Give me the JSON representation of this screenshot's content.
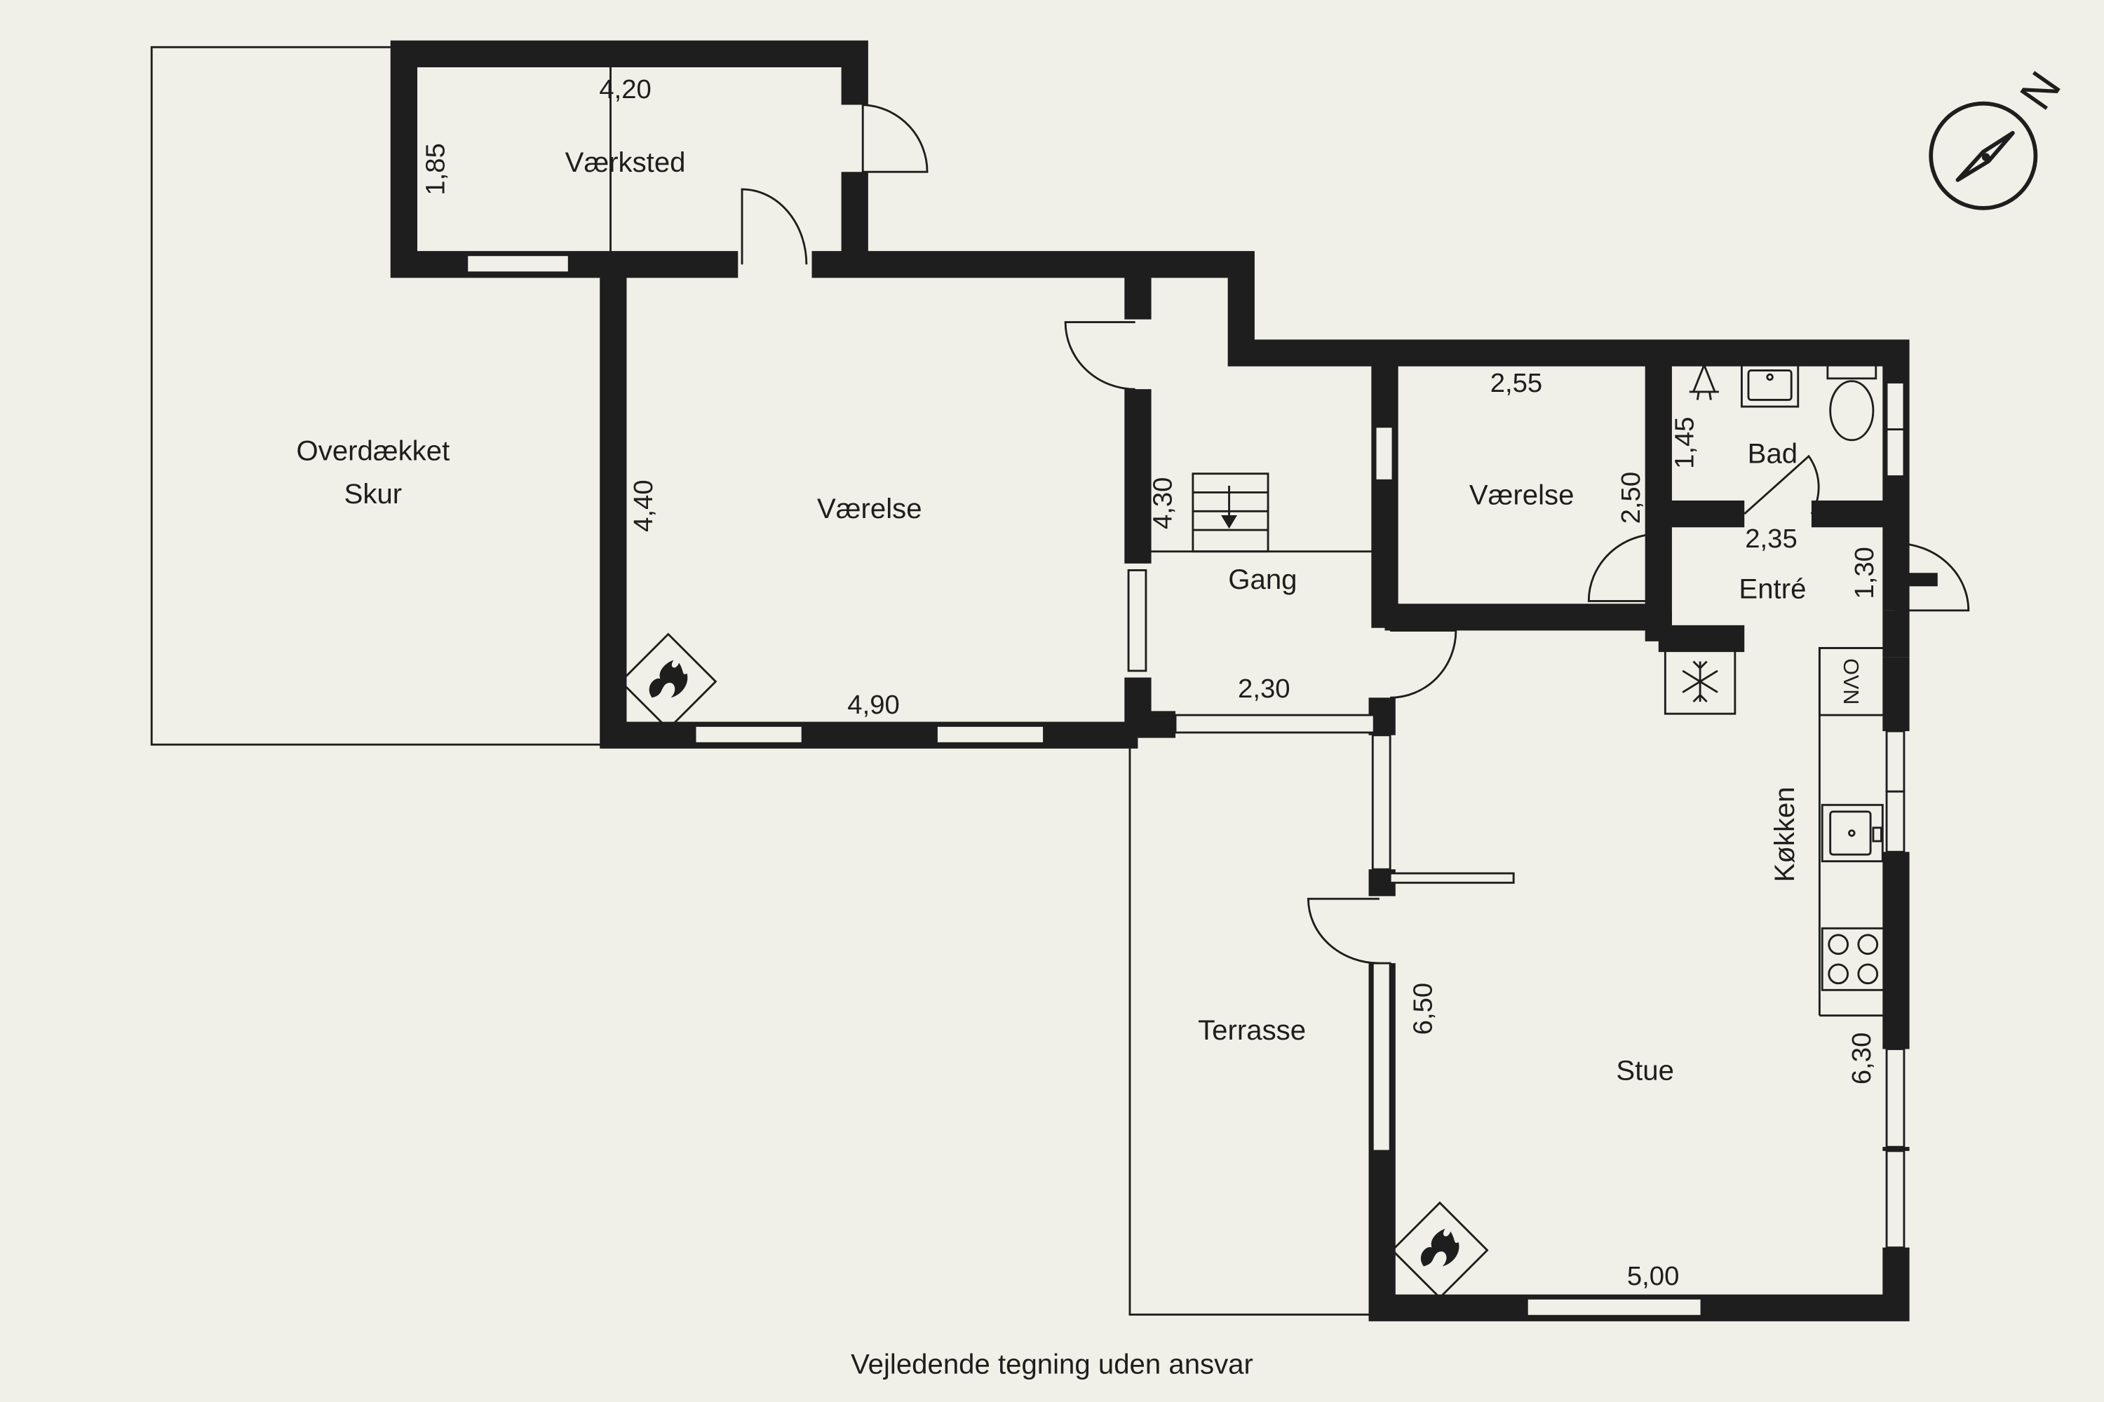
{
  "rooms": {
    "overdaekket": "Overdækket",
    "skur": "Skur",
    "vaerksted": "Værksted",
    "vaerelse_big": "Værelse",
    "gang": "Gang",
    "vaerelse_small": "Værelse",
    "bad": "Bad",
    "entre": "Entré",
    "koekken": "Køkken",
    "terrasse": "Terrasse",
    "stue": "Stue"
  },
  "dimensions": {
    "vaerksted_width": "4,20",
    "vaerksted_height": "1,85",
    "vaerelse_big_height": "4,40",
    "vaerelse_big_width": "4,90",
    "gang_height": "4,30",
    "gang_width": "2,30",
    "vaerelse_small_width": "2,55",
    "vaerelse_small_height": "2,50",
    "bad_height": "1,45",
    "entre_width": "2,35",
    "entre_height": "1,30",
    "stue_height_left": "6,50",
    "stue_height_right": "6,30",
    "stue_width": "5,00"
  },
  "appliances": {
    "oven": "OVN"
  },
  "compass": {
    "north_label": "N"
  },
  "footer": {
    "disclaimer": "Vejledende tegning uden ansvar"
  },
  "colors": {
    "background": "#f1f0e8",
    "walls": "#1e1e1e"
  }
}
